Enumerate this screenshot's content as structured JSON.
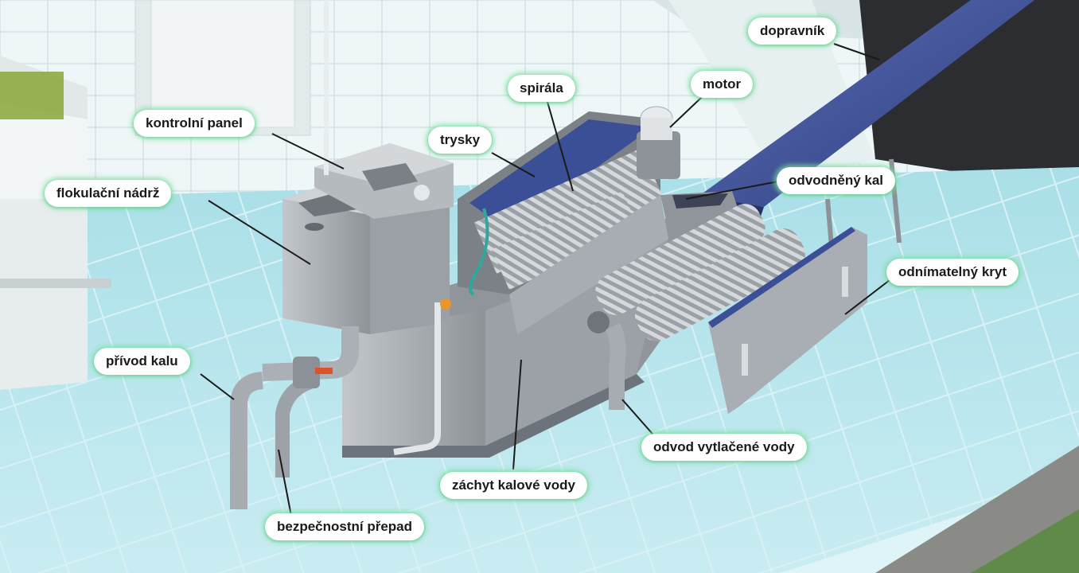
{
  "labels": {
    "dopravnik": "dopravník",
    "motor": "motor",
    "spirala": "spirála",
    "kontrolni_panel": "kontrolní panel",
    "trysky": "trysky",
    "odvodneny_kal": "odvodněný kal",
    "flokulacni_nadrz": "flokulační nádrž",
    "odnimatelny_kryt": "odnímatelný kryt",
    "privod_kalu": "přívod kalu",
    "odvod_vytlacene_vody": "odvod vytlačené vody",
    "zachyt_kalove_vody": "záchyt kalové vody",
    "bezpecnostni_prepad": "bezpečnostní přepad"
  },
  "colors": {
    "floor": "#bfe6ee",
    "wall": "#e9f3f4",
    "steel": "#a9adb2",
    "steel_dark": "#7d8389",
    "conveyor": "#3c4f97",
    "leader": "#1a1a1a",
    "label_glow": "#6ee6a0",
    "valve": "#d9532b",
    "hose": "#2fa79a"
  }
}
